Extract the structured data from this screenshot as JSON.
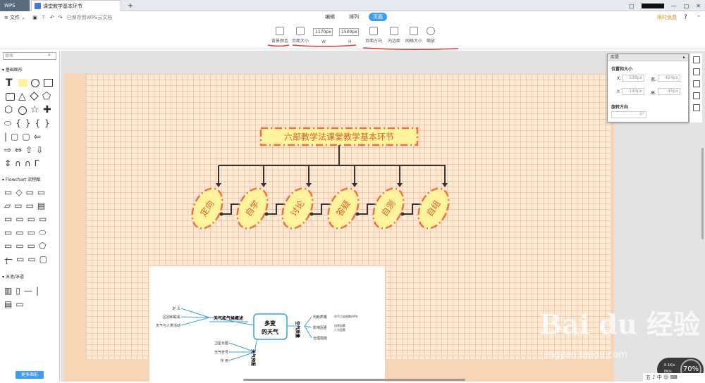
{
  "titlebar": {
    "app": "WPS",
    "doc_tab": "课堂教学基本环节",
    "new_tab": "+",
    "right_icons": [
      "□",
      "▬",
      "—",
      "□",
      "✕"
    ]
  },
  "menubar": {
    "file": "文件",
    "saved": "已保存到WPS云文档",
    "tabs": [
      "编辑",
      "排列",
      "页面"
    ],
    "active_tab": "页面",
    "limited_free": "限时免费",
    "help": "?"
  },
  "ribbon": {
    "bgcolor": "背景颜色",
    "pagesize": "页面大小",
    "w_value": "1170px",
    "h_value": "1500px",
    "w_label": "W",
    "h_label": "H",
    "orientation": "页面方向",
    "margin": "内边距",
    "gridsize": "网格大小",
    "zoom": "缩放"
  },
  "left": {
    "search_placeholder": "搜索",
    "basic": "基础图形",
    "flowchart": "Flowchart 流程图",
    "swimlane": "泳池/泳道",
    "bracket": "[",
    "more": "更多图形"
  },
  "panel": {
    "title": "库是",
    "section1": "位置和大小",
    "x_label": "X:",
    "x_value": "538px",
    "w_label": "宽:",
    "w_value": "424px",
    "y_label": "Y:",
    "y_value": "149px",
    "h_label": "高:",
    "h_value": "45px",
    "section2": "旋转方向",
    "rot_value": "0°"
  },
  "diagram": {
    "title": "六部教学法课堂教学基本环节",
    "nodes": [
      "定向",
      "自学",
      "讨论",
      "答疑",
      "自测",
      "自组"
    ]
  },
  "mindmap": {
    "center_line1": "多变",
    "center_line2": "的天气",
    "b1": "天气和气候概述",
    "b1_items": [
      "定 义",
      "区别和联系",
      "天气与人类活动"
    ],
    "b2": "天气预报",
    "b2_items": [
      "卫星云图",
      "天气符号",
      "作 用"
    ],
    "b3": "空气质量",
    "b3_items": [
      "判断质量",
      "影响因素",
      "治理措施"
    ],
    "b3_sub": [
      "空气污染指数(API)",
      "自然因素",
      "人为因素"
    ]
  },
  "watermark": {
    "logo": "Bai du 经验",
    "url": "jingyan.baidu.com"
  },
  "speed": {
    "up": "0.1K/s",
    "down": "0K/s",
    "percent": "70%"
  },
  "ime": "五 ♪ 中 ☺ ⌨"
}
